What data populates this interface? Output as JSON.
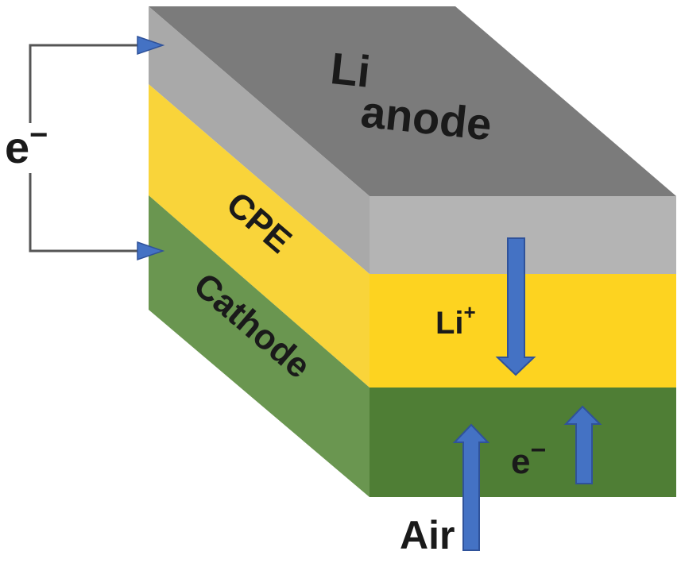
{
  "layers": {
    "anode": {
      "line1": "Li",
      "line2": "anode"
    },
    "electrolyte": {
      "label": "CPE"
    },
    "cathode": {
      "label": "Cathode"
    }
  },
  "labels": {
    "external_electron": "e",
    "external_electron_sup": "−",
    "ion": "Li",
    "ion_sup": "+",
    "cathode_electron": "e",
    "cathode_electron_sup": "−",
    "air": "Air"
  },
  "colors": {
    "anode_top": "#7b7b7b",
    "anode_front": "#b4b4b4",
    "anode_side": "#a9a9a9",
    "cpe_front": "#fdd320",
    "cpe_side": "#f9d43a",
    "cathode_front": "#4f7e35",
    "cathode_side": "#6a9650",
    "arrow_fill": "#4472c4",
    "arrow_stroke": "#2f529a",
    "wire": "#555555"
  }
}
